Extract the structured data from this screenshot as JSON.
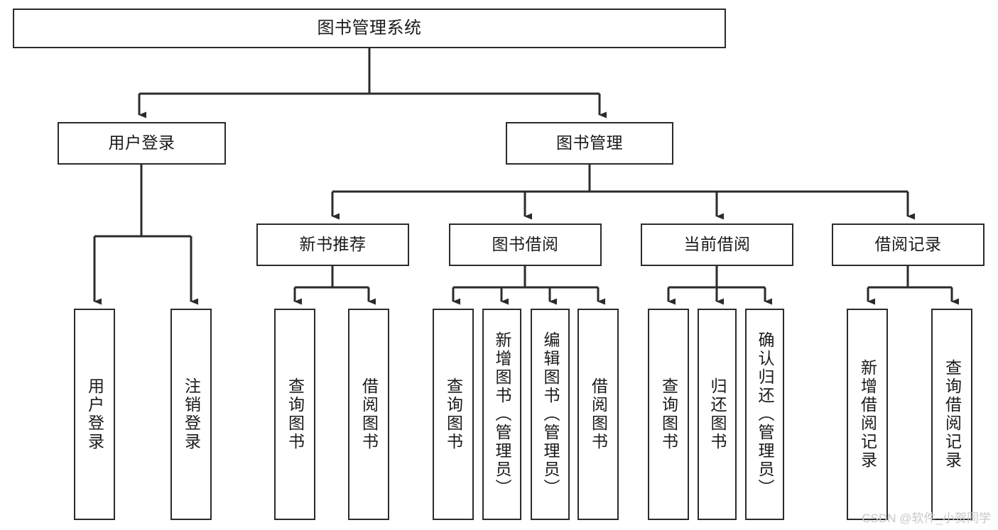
{
  "diagram": {
    "type": "tree",
    "title": "图书管理系统",
    "orientation": "top-down",
    "colors": {
      "node_border": "#2b2b2b",
      "node_fill": "#ffffff",
      "edge": "#2b2b2b",
      "text": "#1a1a1a",
      "watermark": "#c8c8c8",
      "background": "#ffffff"
    },
    "watermark": "CSDN @软件_小贺同学",
    "nodes": {
      "root": {
        "label": "图书管理系统",
        "level": 0,
        "orientation": "horizontal"
      },
      "user_login": {
        "label": "用户登录",
        "level": 1,
        "orientation": "horizontal"
      },
      "book_manage": {
        "label": "图书管理",
        "level": 1,
        "orientation": "horizontal"
      },
      "new_book_rec": {
        "label": "新书推荐",
        "level": 2,
        "orientation": "horizontal"
      },
      "book_borrow": {
        "label": "图书借阅",
        "level": 2,
        "orientation": "horizontal"
      },
      "current_borrow": {
        "label": "当前借阅",
        "level": 2,
        "orientation": "horizontal"
      },
      "borrow_record": {
        "label": "借阅记录",
        "level": 2,
        "orientation": "horizontal"
      },
      "leaf_user_login": {
        "label": "用户登录",
        "level": 2,
        "orientation": "vertical"
      },
      "leaf_logout": {
        "label": "注销登录",
        "level": 2,
        "orientation": "vertical"
      },
      "leaf_query_book_1": {
        "label": "查询图书",
        "level": 3,
        "orientation": "vertical"
      },
      "leaf_borrow_book_1": {
        "label": "借阅图书",
        "level": 3,
        "orientation": "vertical"
      },
      "leaf_query_book_2": {
        "label": "查询图书",
        "level": 3,
        "orientation": "vertical"
      },
      "leaf_add_book": {
        "label": "新增图书（管理员）",
        "level": 3,
        "orientation": "vertical"
      },
      "leaf_edit_book": {
        "label": "编辑图书（管理员）",
        "level": 3,
        "orientation": "vertical"
      },
      "leaf_borrow_book_2": {
        "label": "借阅图书",
        "level": 3,
        "orientation": "vertical"
      },
      "leaf_query_book_3": {
        "label": "查询图书",
        "level": 3,
        "orientation": "vertical"
      },
      "leaf_return_book": {
        "label": "归还图书",
        "level": 3,
        "orientation": "vertical"
      },
      "leaf_confirm_return": {
        "label": "确认归还（管理员）",
        "level": 3,
        "orientation": "vertical"
      },
      "leaf_add_record": {
        "label": "新增借阅记录",
        "level": 3,
        "orientation": "vertical"
      },
      "leaf_query_record": {
        "label": "查询借阅记录",
        "level": 3,
        "orientation": "vertical"
      }
    },
    "edges": [
      {
        "from": "root",
        "to": "user_login"
      },
      {
        "from": "root",
        "to": "book_manage"
      },
      {
        "from": "user_login",
        "to": "leaf_user_login"
      },
      {
        "from": "user_login",
        "to": "leaf_logout"
      },
      {
        "from": "book_manage",
        "to": "new_book_rec"
      },
      {
        "from": "book_manage",
        "to": "book_borrow"
      },
      {
        "from": "book_manage",
        "to": "current_borrow"
      },
      {
        "from": "book_manage",
        "to": "borrow_record"
      },
      {
        "from": "new_book_rec",
        "to": "leaf_query_book_1"
      },
      {
        "from": "new_book_rec",
        "to": "leaf_borrow_book_1"
      },
      {
        "from": "book_borrow",
        "to": "leaf_query_book_2"
      },
      {
        "from": "book_borrow",
        "to": "leaf_add_book"
      },
      {
        "from": "book_borrow",
        "to": "leaf_edit_book"
      },
      {
        "from": "book_borrow",
        "to": "leaf_borrow_book_2"
      },
      {
        "from": "current_borrow",
        "to": "leaf_query_book_3"
      },
      {
        "from": "current_borrow",
        "to": "leaf_return_book"
      },
      {
        "from": "current_borrow",
        "to": "leaf_confirm_return"
      },
      {
        "from": "borrow_record",
        "to": "leaf_add_record"
      },
      {
        "from": "borrow_record",
        "to": "leaf_query_record"
      }
    ]
  }
}
